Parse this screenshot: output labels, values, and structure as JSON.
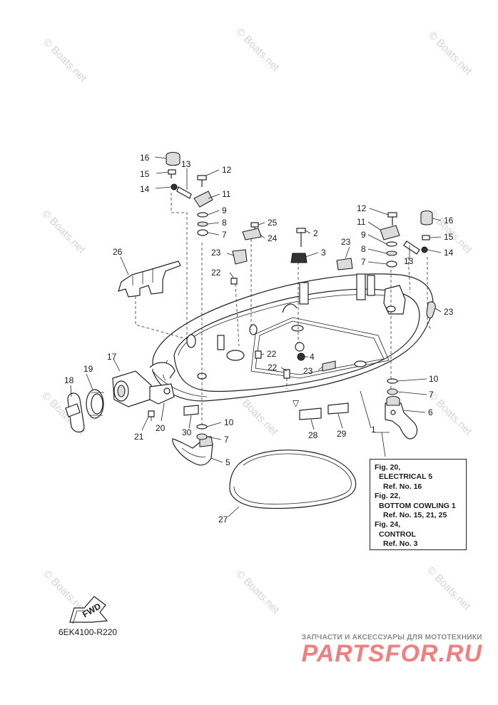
{
  "watermark": "© Boats.net",
  "callouts": {
    "c1": "1",
    "c2": "2",
    "c3": "3",
    "c4": "4",
    "c5": "5",
    "c6": "6",
    "c7a": "7",
    "c7b": "7",
    "c7c": "7",
    "c7d": "7",
    "c8a": "8",
    "c8b": "8",
    "c9a": "9",
    "c9b": "9",
    "c10a": "10",
    "c10b": "10",
    "c11a": "11",
    "c11b": "11",
    "c12a": "12",
    "c12b": "12",
    "c13a": "13",
    "c13b": "13",
    "c14a": "14",
    "c14b": "14",
    "c15a": "15",
    "c15b": "15",
    "c16a": "16",
    "c16b": "16",
    "c17": "17",
    "c18": "18",
    "c19": "19",
    "c20": "20",
    "c21": "21",
    "c22a": "22",
    "c22b": "22",
    "c22c": "22",
    "c23a": "23",
    "c23b": "23",
    "c23c": "23",
    "c23d": "23",
    "c24": "24",
    "c25": "25",
    "c26": "26",
    "c27": "27",
    "c28": "28",
    "c29": "29",
    "c30": "30"
  },
  "reference_box": {
    "lines": [
      "Fig. 20,",
      "ELECTRICAL 5",
      "Ref. No. 16",
      "Fig. 22,",
      "BOTTOM COWLING 1",
      "Ref. No. 15, 21, 25",
      "Fig. 24,",
      "CONTROL",
      "Ref. No. 3"
    ]
  },
  "fwd_arrow_label": "FWD",
  "diagram_code": "6EK4100-R220",
  "branding": {
    "tagline": "ЗАПЧАСТИ И АКСЕССУАРЫ ДЛЯ МОТОТЕХНИКИ",
    "logo": "PARTSFOR.RU"
  },
  "colors": {
    "line": "#222222",
    "watermark": "#d4d4d4",
    "logo": "#f08080"
  }
}
